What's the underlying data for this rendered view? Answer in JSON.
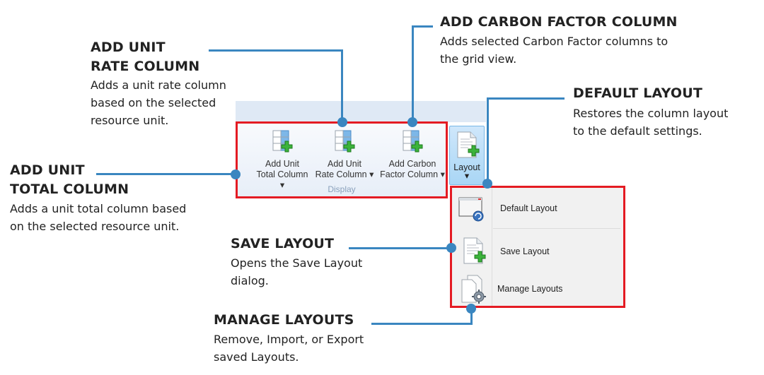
{
  "callouts": {
    "add_unit_rate": {
      "title_line1": "ADD UNIT",
      "title_line2": "RATE COLUMN",
      "desc": [
        "Adds a unit rate column",
        "based on the selected",
        "resource unit."
      ]
    },
    "add_unit_total": {
      "title_line1": "ADD UNIT",
      "title_line2": "TOTAL COLUMN",
      "desc": [
        "Adds a unit total column based",
        "on the selected resource unit."
      ]
    },
    "add_carbon_factor": {
      "title": "ADD CARBON FACTOR COLUMN",
      "desc": [
        "Adds selected Carbon Factor columns to",
        "the grid view."
      ]
    },
    "default_layout": {
      "title": "DEFAULT LAYOUT",
      "desc": [
        "Restores the column layout",
        "to the default settings."
      ]
    },
    "save_layout": {
      "title": "SAVE LAYOUT",
      "desc": [
        "Opens the Save Layout",
        "dialog."
      ]
    },
    "manage_layouts": {
      "title": "MANAGE LAYOUTS",
      "desc": [
        "Remove, Import, or Export",
        "saved Layouts."
      ]
    }
  },
  "ribbon": {
    "group_label": "Display",
    "buttons": [
      {
        "line1": "Add Unit",
        "line2": "Total Column",
        "dropdown": "▾",
        "icon": "table-add-icon"
      },
      {
        "line1": "Add Unit",
        "line2": "Rate Column",
        "dropdown": "▾",
        "icon": "table-add-icon"
      },
      {
        "line1": "Add Carbon",
        "line2": "Factor Column",
        "dropdown": "▾",
        "icon": "table-add-icon"
      }
    ],
    "layout_button": {
      "label": "Layout",
      "dropdown": "▾",
      "icon": "document-add-icon"
    }
  },
  "layout_menu": {
    "items": [
      {
        "label": "Default Layout",
        "icon": "window-reset-icon"
      },
      {
        "label": "Save Layout",
        "icon": "document-add-icon"
      },
      {
        "label": "Manage Layouts",
        "icon": "document-gear-icon"
      }
    ]
  },
  "colors": {
    "callout_line": "#3a86c0",
    "highlight_border": "#e41b23",
    "ribbon_bg": "#dfe9f5",
    "layout_button_bg": "#a9d6f5"
  }
}
